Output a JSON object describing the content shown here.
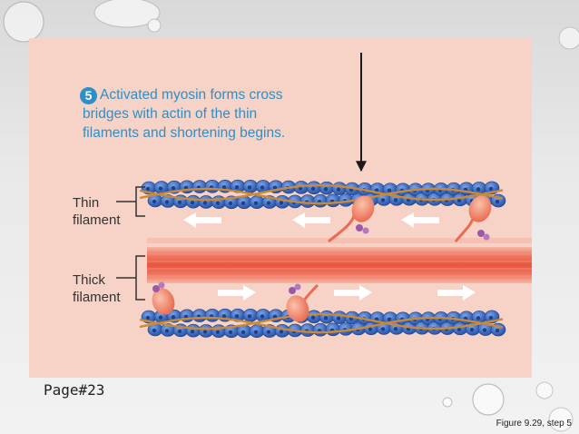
{
  "slide": {
    "page_label": "Page#23",
    "figure_ref": "Figure 9.29, step 5"
  },
  "diagram": {
    "step_number": "5",
    "caption_line1": "Activated myosin forms cross",
    "caption_line2": "bridges with actin of the thin",
    "caption_line3": "filaments and shortening begins.",
    "label_thin_1": "Thin",
    "label_thin_2": "filament",
    "label_thick_1": "Thick",
    "label_thick_2": "filament",
    "colors": {
      "panel": "#f6d3c6",
      "caption": "#2e8fc7",
      "actin_bead": "#3d6cc0",
      "actin_dark": "#1f3f86",
      "tropomyosin": "#c8893a",
      "myosin": "#ec6a52",
      "myosin_head": "#f29677",
      "arrow": "#ffffff",
      "atp": "#9b5aa6"
    }
  }
}
